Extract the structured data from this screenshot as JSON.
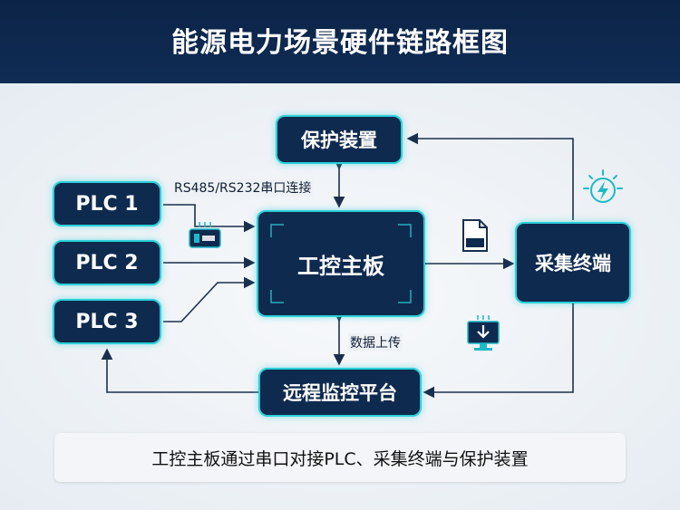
{
  "title": "能源电力场景硬件链路框图",
  "nodes": {
    "protection": "保护装置",
    "plc1": "PLC 1",
    "plc2": "PLC 2",
    "plc3": "PLC 3",
    "board": "工控主板",
    "collector": "采集终端",
    "platform": "远程监控平台"
  },
  "edge_labels": {
    "serial": "RS485/RS232串口连接",
    "upload": "数据上传"
  },
  "caption": "工控主板通过串口对接PLC、采集终端与保护装置",
  "colors": {
    "header": "#0f2c55",
    "node_fill": "#0f2a4f",
    "node_border": "#2ad0d8",
    "arrow": "#1b2f4d",
    "icon": "#1fb8c6"
  }
}
